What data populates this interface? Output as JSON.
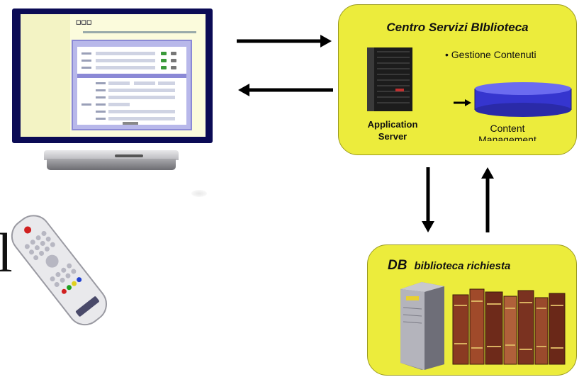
{
  "centro": {
    "title": "Centro Servizi BIblioteca",
    "bullet": "• Gestione Contenuti",
    "app_server_label": "Application Server",
    "content_label": "Content Management"
  },
  "db": {
    "title_strong": "DB",
    "title_rest": "biblioteca richiesta"
  },
  "misc": {
    "cut_char": "l"
  },
  "colors": {
    "box_fill": "#ecec3c",
    "tv_frame": "#0b0b55",
    "cylinder": "#3b3bd8",
    "arrow": "#000000"
  },
  "icons": [
    "tv-icon",
    "set-top-box-icon",
    "remote-control-icon",
    "server-rack-icon",
    "database-cylinder-icon",
    "db-server-icon",
    "books-icon"
  ]
}
